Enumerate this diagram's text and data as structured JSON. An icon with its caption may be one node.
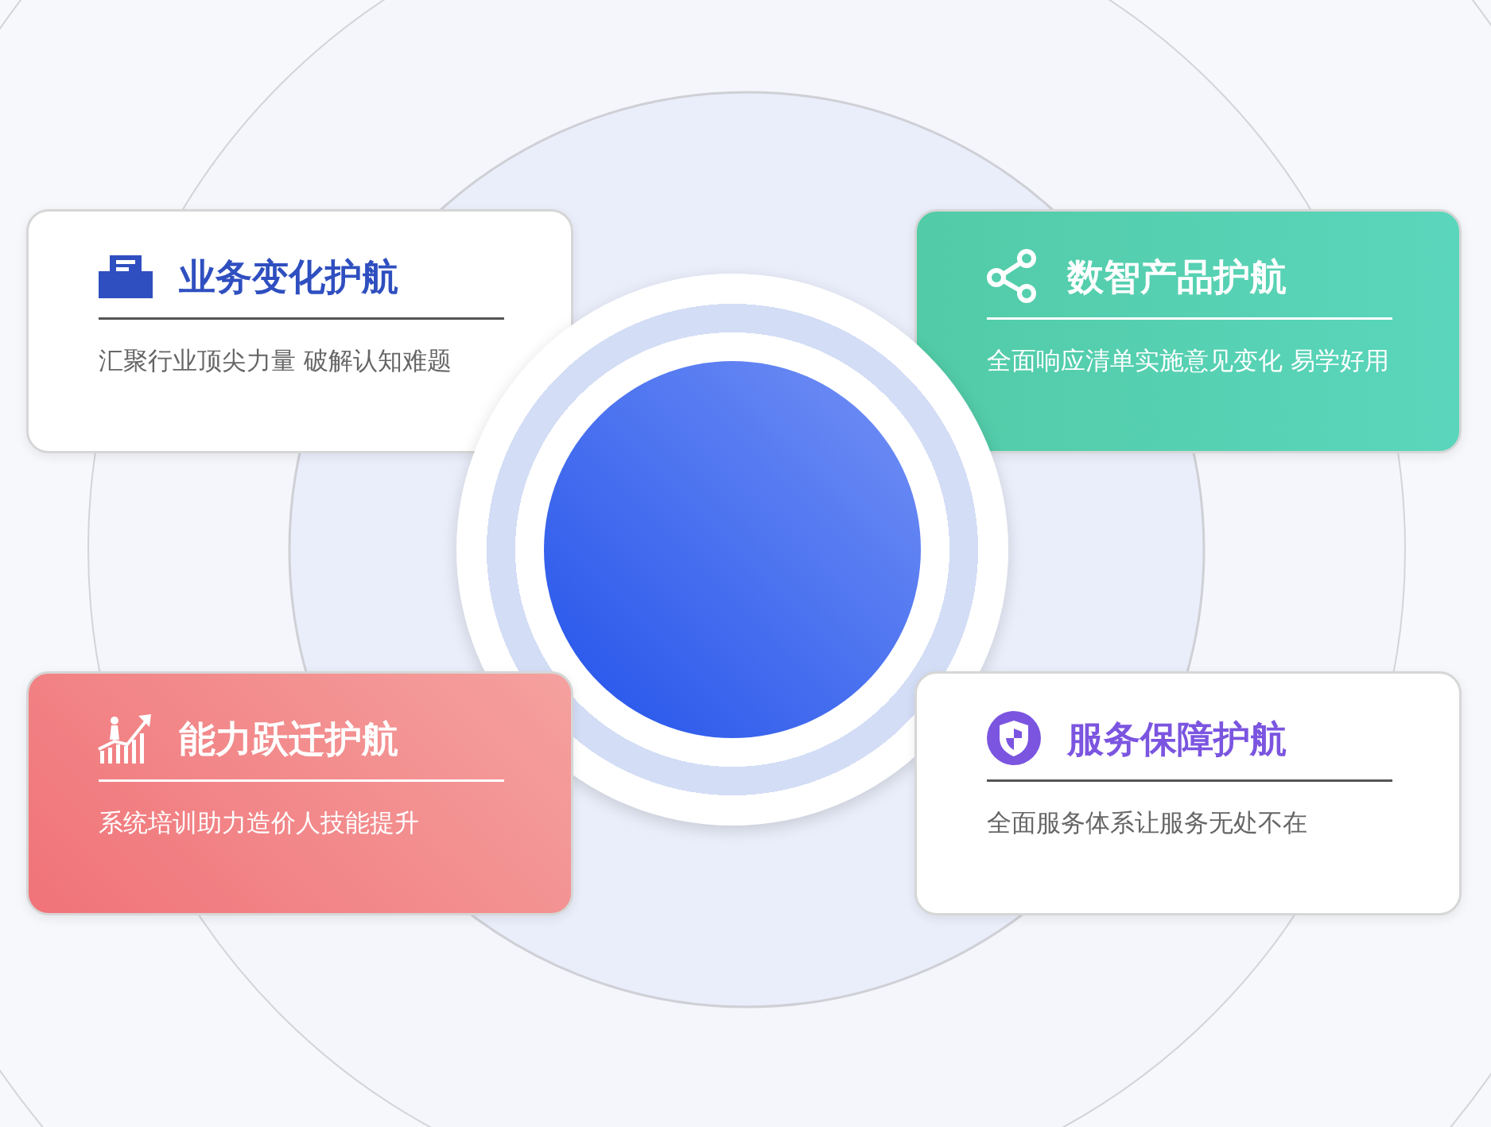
{
  "diagram": {
    "nodes": [
      {
        "text": [
          "业务变化护航",
          "汇聚行业顶尖力量 破解认知难题"
        ]
      },
      {
        "text": [
          "数智产品护航",
          "全面响应清单实施意见变化 易学好用"
        ]
      },
      {
        "text": [],
        "shape": "circle"
      },
      {
        "text": [
          "能力跃迁护航",
          "系统培训助力造价人技能提升"
        ]
      },
      {
        "text": [
          "服务保障护航",
          "全面服务体系让服务无处不在"
        ]
      }
    ]
  }
}
